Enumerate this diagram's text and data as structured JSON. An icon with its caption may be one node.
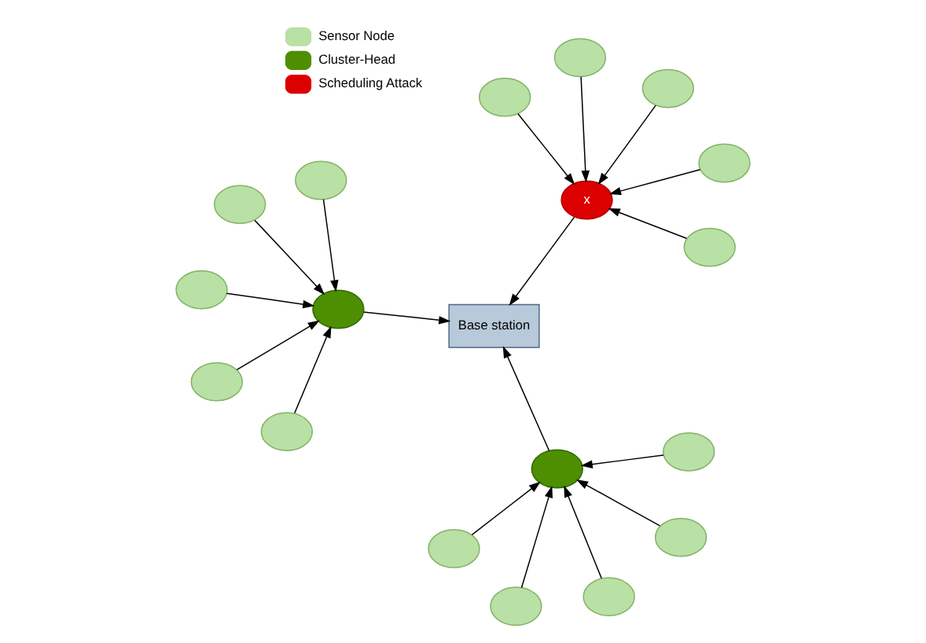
{
  "diagram": {
    "nodes": [
      {
        "text": [
          "Base station"
        ]
      },
      {
        "text": [],
        "shape": "circle"
      },
      {
        "text": [],
        "shape": "circle"
      },
      {
        "text": [],
        "shape": "circle"
      },
      {
        "text": [],
        "shape": "circle"
      },
      {
        "text": [],
        "shape": "circle"
      },
      {
        "text": [],
        "shape": "circle"
      },
      {
        "text": [],
        "shape": "circle"
      },
      {
        "text": [],
        "shape": "circle"
      },
      {
        "text": [],
        "shape": "circle"
      },
      {
        "text": [],
        "shape": "circle"
      },
      {
        "text": [],
        "shape": "circle"
      },
      {
        "text": [],
        "shape": "circle"
      },
      {
        "text": [
          "x"
        ]
      },
      {
        "text": [],
        "shape": "circle"
      },
      {
        "text": [],
        "shape": "circle"
      },
      {
        "text": [],
        "shape": "circle"
      },
      {
        "text": [],
        "shape": "circle"
      },
      {
        "text": [],
        "shape": "circle"
      }
    ],
    "edges": [
      {
        "from": 2,
        "to": 1,
        "arrow": "to"
      },
      {
        "from": 3,
        "to": 1,
        "arrow": "to"
      },
      {
        "from": 4,
        "to": 1,
        "arrow": "to"
      },
      {
        "from": 5,
        "to": 1,
        "arrow": "to"
      },
      {
        "from": 6,
        "to": 1,
        "arrow": "to"
      },
      {
        "from": 1,
        "to": 0,
        "arrow": "to"
      },
      {
        "from": 8,
        "to": 7,
        "arrow": "to"
      },
      {
        "from": 9,
        "to": 7,
        "arrow": "to"
      },
      {
        "from": 10,
        "to": 7,
        "arrow": "to"
      },
      {
        "from": 11,
        "to": 7,
        "arrow": "to"
      },
      {
        "from": 12,
        "to": 7,
        "arrow": "to"
      },
      {
        "from": 7,
        "to": 0,
        "arrow": "to"
      },
      {
        "from": 14,
        "to": 13,
        "arrow": "to"
      },
      {
        "from": 15,
        "to": 13,
        "arrow": "to"
      },
      {
        "from": 16,
        "to": 13,
        "arrow": "to"
      },
      {
        "from": 17,
        "to": 13,
        "arrow": "to"
      },
      {
        "from": 18,
        "to": 13,
        "arrow": "to"
      },
      {
        "from": 13,
        "to": 0,
        "arrow": "to"
      }
    ],
    "legend": [
      {
        "text": "Sensor Node",
        "color": "#b9e0a5"
      },
      {
        "text": "Cluster-Head",
        "color": "#4d8f00"
      },
      {
        "text": "Scheduling Attack",
        "color": "#dd0000"
      }
    ]
  }
}
